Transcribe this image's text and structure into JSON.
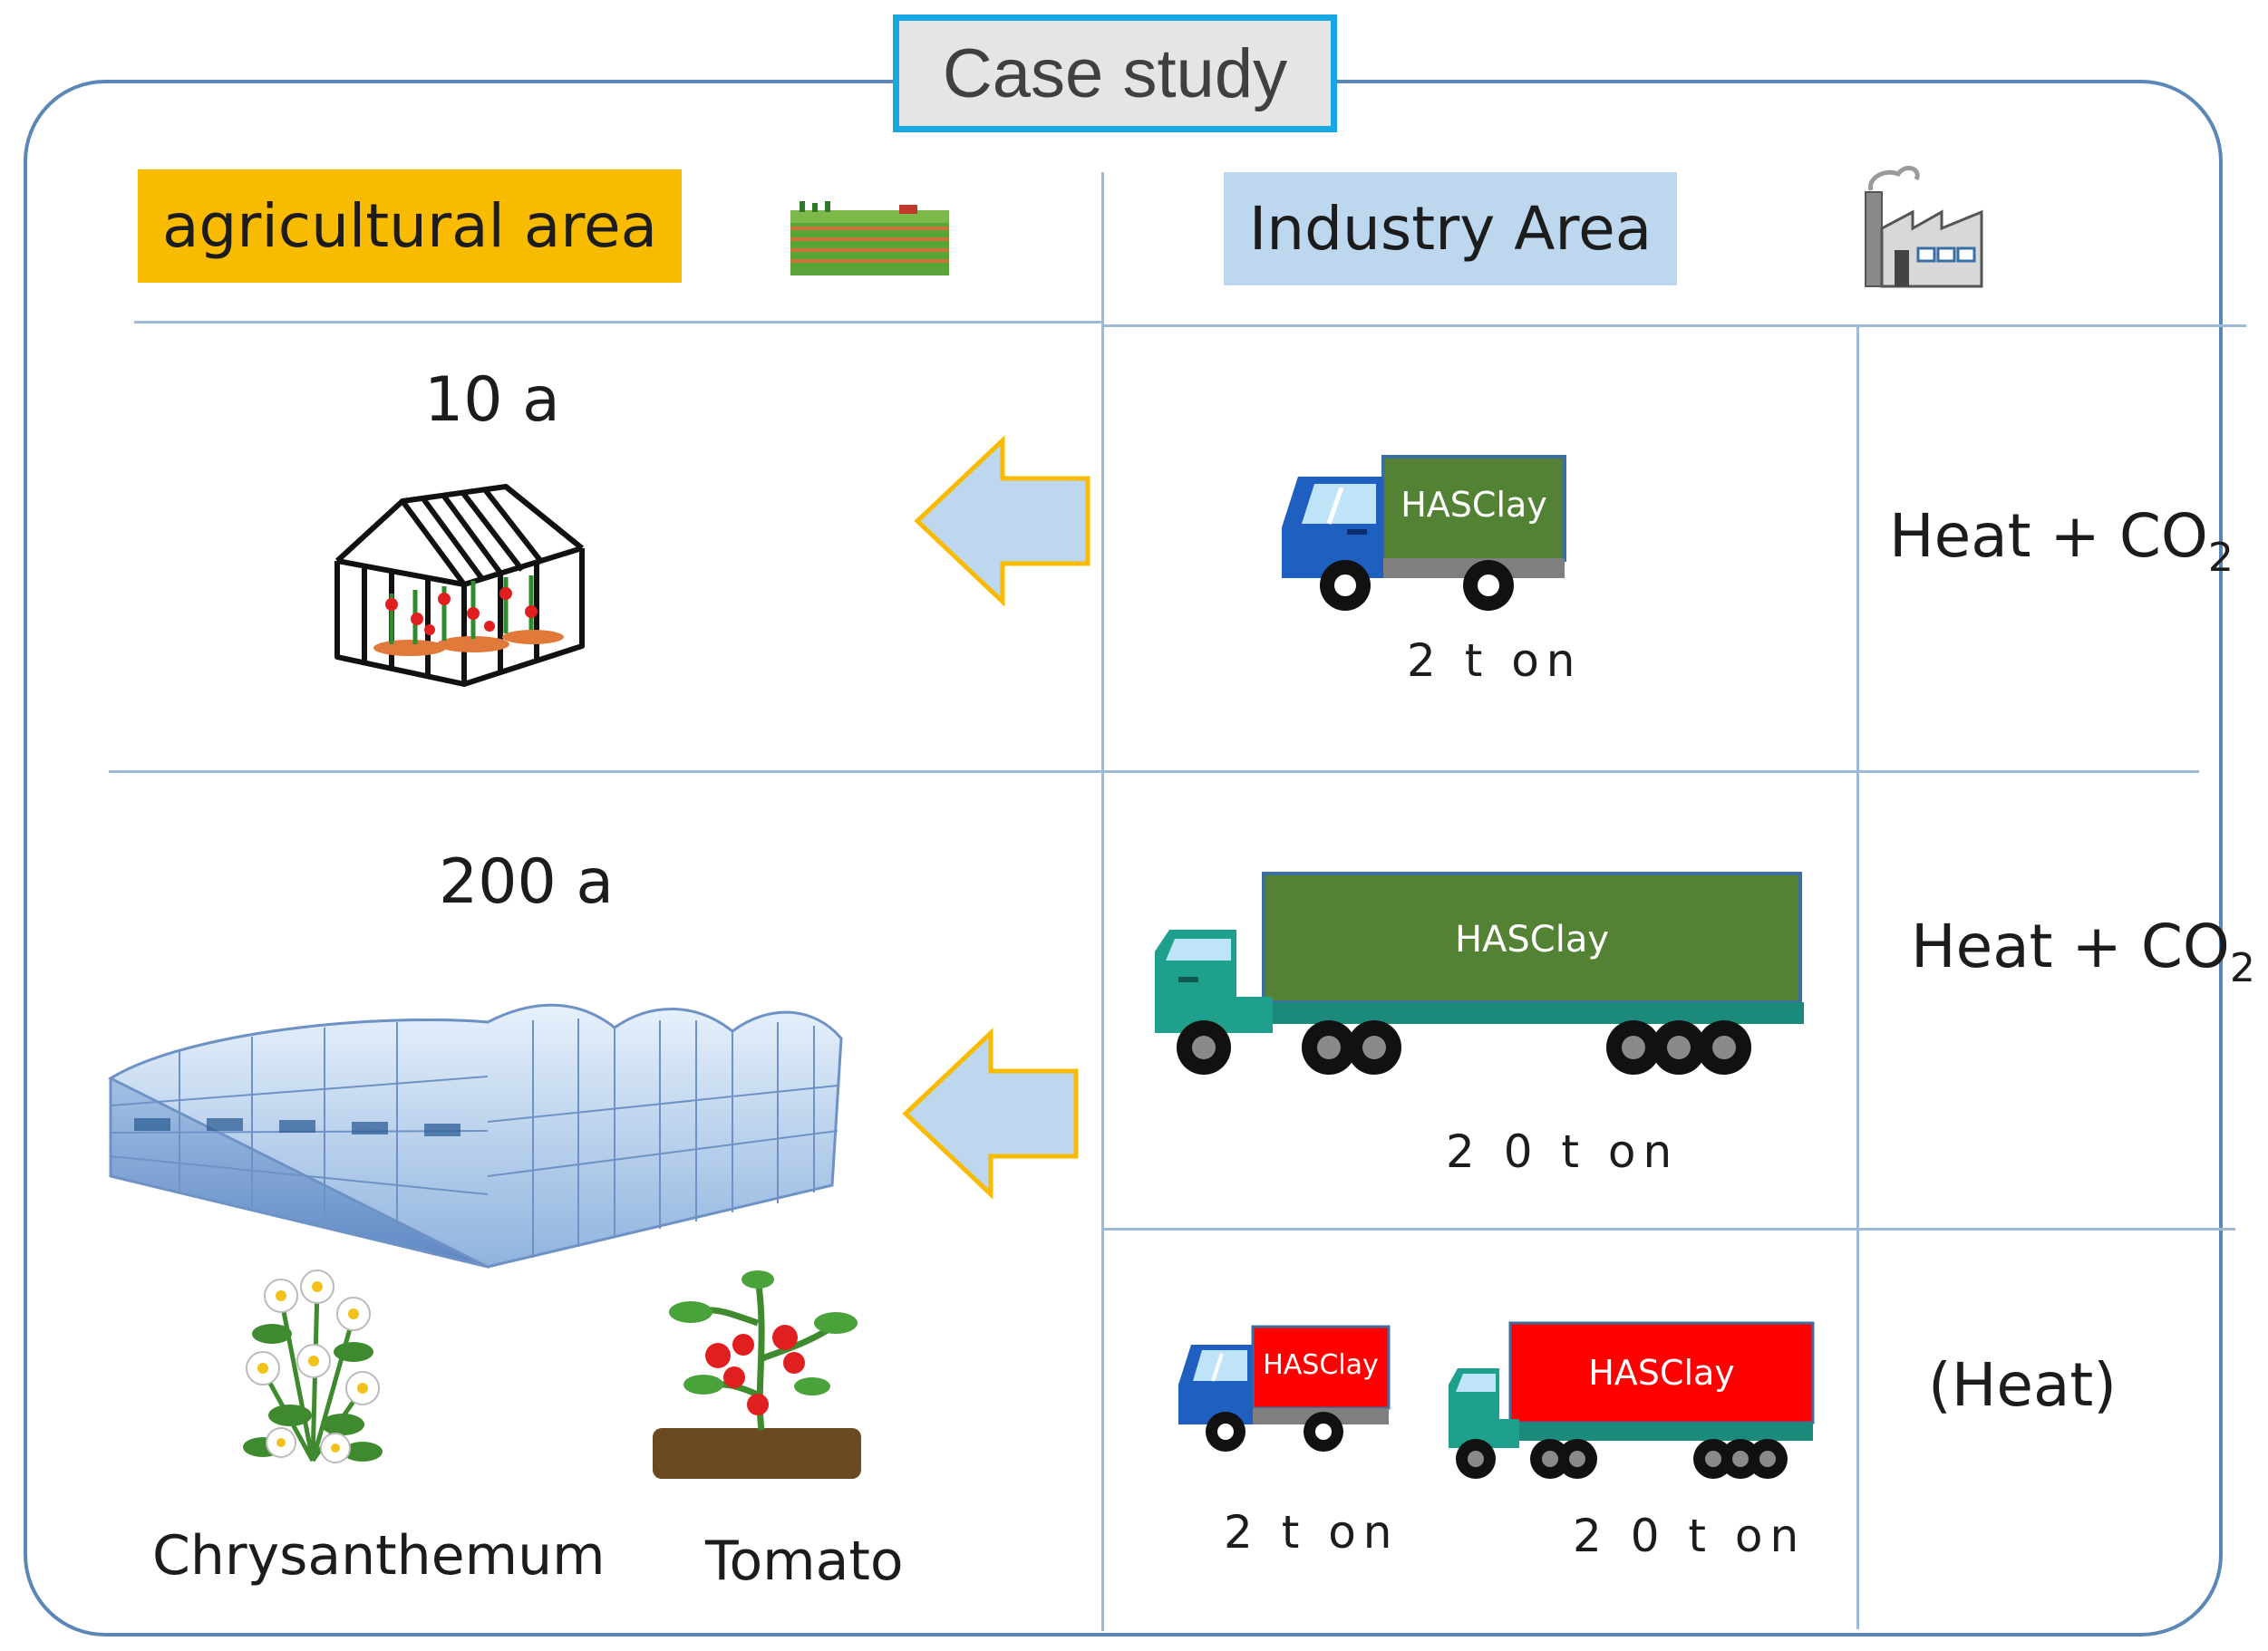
{
  "title": "Case study",
  "left_header": {
    "label": "agricultural area",
    "icon": "farm-field-icon"
  },
  "right_header": {
    "label": "Industry Area",
    "icon": "factory-icon"
  },
  "rows": [
    {
      "area": "10 a",
      "area_icon": "small-greenhouse-icon",
      "truck_label": "HASClay",
      "truck_capacity": "2 t on",
      "supply": {
        "text": "Heat + CO",
        "sub": "2"
      }
    },
    {
      "area": "200 a",
      "area_icon": "large-greenhouse-icon",
      "truck_label": "HASClay",
      "truck_capacity": "2 0 t on",
      "supply": {
        "text": "Heat + CO",
        "sub": "2"
      }
    },
    {
      "trucks": [
        {
          "label": "HASClay",
          "capacity": "2 t on"
        },
        {
          "label": "HASClay",
          "capacity": "2 0 t on"
        }
      ],
      "supply": {
        "text": "(Heat)"
      }
    }
  ],
  "crops": [
    {
      "name": "Chrysanthemum",
      "icon": "chrysanthemum-icon"
    },
    {
      "name": "Tomato",
      "icon": "tomato-plant-icon"
    }
  ],
  "colors": {
    "frame": "#5a87b5",
    "title_border": "#19a7e2",
    "agri_label_bg": "#f8bb00",
    "industry_label_bg": "#bdd7ee",
    "arrow_fill": "#bdd7ee",
    "arrow_border": "#f8bb00",
    "container_green": "#548235",
    "container_red": "#ff0000",
    "cab_blue": "#1f5fbf",
    "cab_teal": "#1fa08c"
  }
}
